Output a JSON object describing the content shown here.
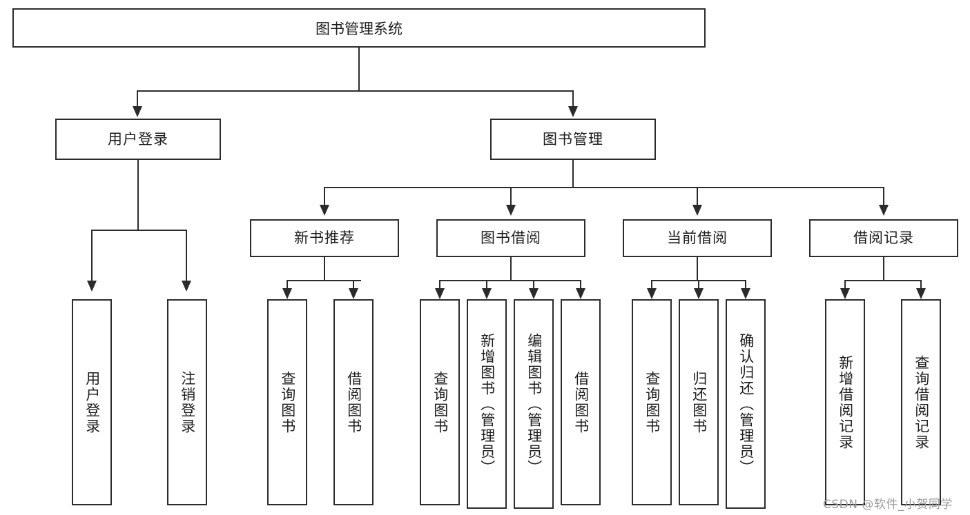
{
  "diagram": {
    "title": "图书管理系统",
    "type": "functional-structure-tree",
    "root": {
      "label": "图书管理系统"
    },
    "level1": [
      {
        "label": "用户登录"
      },
      {
        "label": "图书管理"
      }
    ],
    "level2": [
      {
        "label": "新书推荐"
      },
      {
        "label": "图书借阅"
      },
      {
        "label": "当前借阅"
      },
      {
        "label": "借阅记录"
      }
    ],
    "leaves": {
      "user_login": [
        {
          "label": "用户登录"
        },
        {
          "label": "注销登录"
        }
      ],
      "new_book_recommend": [
        {
          "label": "查询图书"
        },
        {
          "label": "借阅图书"
        }
      ],
      "book_borrow": [
        {
          "label": "查询图书"
        },
        {
          "label": "新增图书（管理员）"
        },
        {
          "label": "编辑图书（管理员）"
        },
        {
          "label": "借阅图书"
        }
      ],
      "current_borrow": [
        {
          "label": "查询图书"
        },
        {
          "label": "归还图书"
        },
        {
          "label": "确认归还（管理员）"
        }
      ],
      "borrow_record": [
        {
          "label": "新增借阅记录"
        },
        {
          "label": "查询借阅记录"
        }
      ]
    }
  },
  "watermark": {
    "text": "CSDN @软件_小贺同学"
  },
  "colors": {
    "stroke": "#2b2b2b",
    "background": "#ffffff",
    "text": "#1d1d1d",
    "watermark": "#9b9b9b"
  }
}
